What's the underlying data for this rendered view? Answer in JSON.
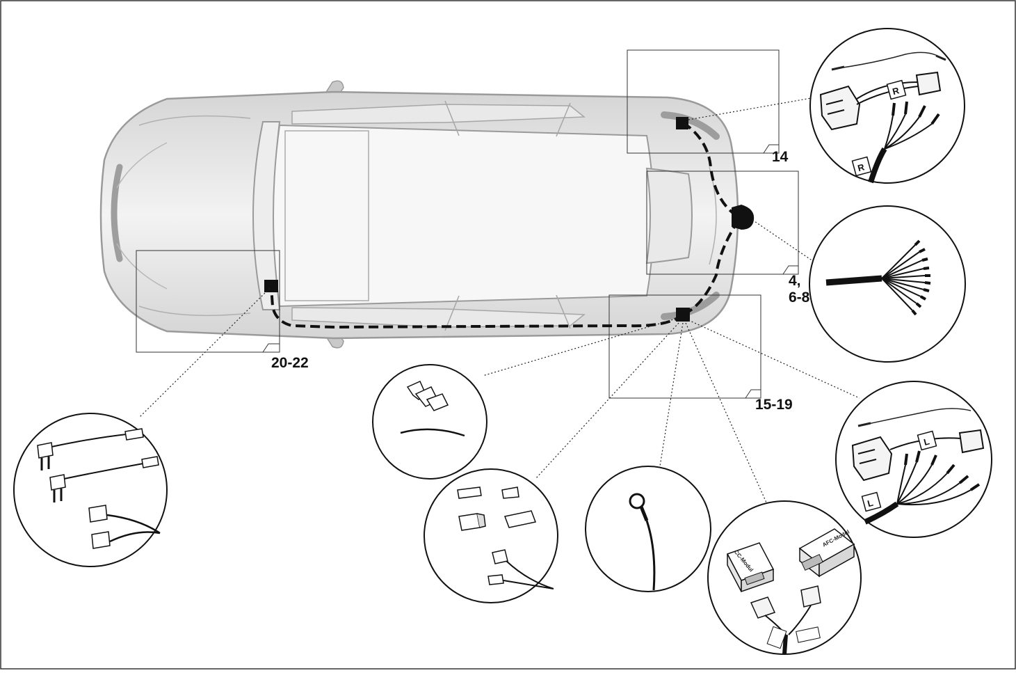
{
  "callouts": {
    "top_right": "14",
    "rear": [
      "4,",
      "6-8"
    ],
    "bottom_right": "15-19",
    "front_left": "20-22"
  },
  "labels": {
    "side_right": "R",
    "side_left": "L",
    "cc_module": "CC-Modul",
    "afc_module": "AFC-Modul"
  },
  "colors": {
    "car_body": "#e2e2e2",
    "car_outline": "#9a9a9a",
    "harness": "#111111",
    "frame": "#333333"
  }
}
